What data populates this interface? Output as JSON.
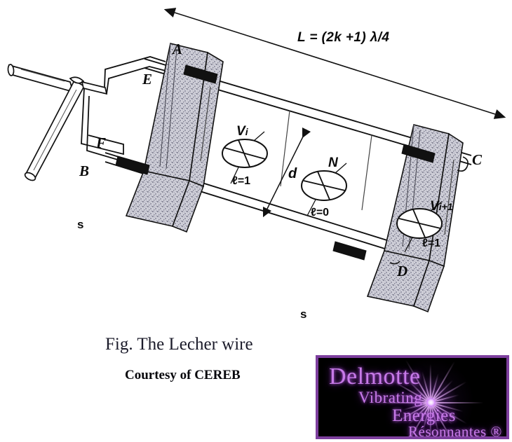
{
  "figure": {
    "formula": "L = (2k +1) λ/4",
    "distance_label": "d",
    "nodes": [
      {
        "id": "A",
        "label": "A"
      },
      {
        "id": "E",
        "label": "E"
      },
      {
        "id": "F",
        "label": "F"
      },
      {
        "id": "B",
        "label": "B"
      },
      {
        "id": "C",
        "label": "C"
      },
      {
        "id": "D",
        "label": "D"
      }
    ],
    "supports": [
      {
        "id": "s-left",
        "label": "s"
      },
      {
        "id": "s-right",
        "label": "s"
      }
    ],
    "oscillators": [
      {
        "id": "vi",
        "symbol": "V",
        "subscript": "i",
        "ell": "ℓ=1"
      },
      {
        "id": "n",
        "symbol": "N",
        "subscript": "",
        "ell": "ℓ=0"
      },
      {
        "id": "vi1",
        "symbol": "V",
        "subscript": "i+1",
        "ell": "ℓ=1"
      }
    ]
  },
  "caption": {
    "main": "Fig. The Lecher wire",
    "sub": "Courtesy of CEREB"
  },
  "logo": {
    "line1": "Delmotte",
    "line2": "Vibrating",
    "line3": "Energies",
    "line4": "Résonnantes ®",
    "border_color": "#7d3f9e",
    "background_color": "#000000",
    "text_color": "#c77ae8"
  },
  "colors": {
    "page_background": "#ffffff",
    "ink": "#0a0a0a",
    "slab_fill": "#c9c9d2",
    "contact_block": "#111111"
  }
}
